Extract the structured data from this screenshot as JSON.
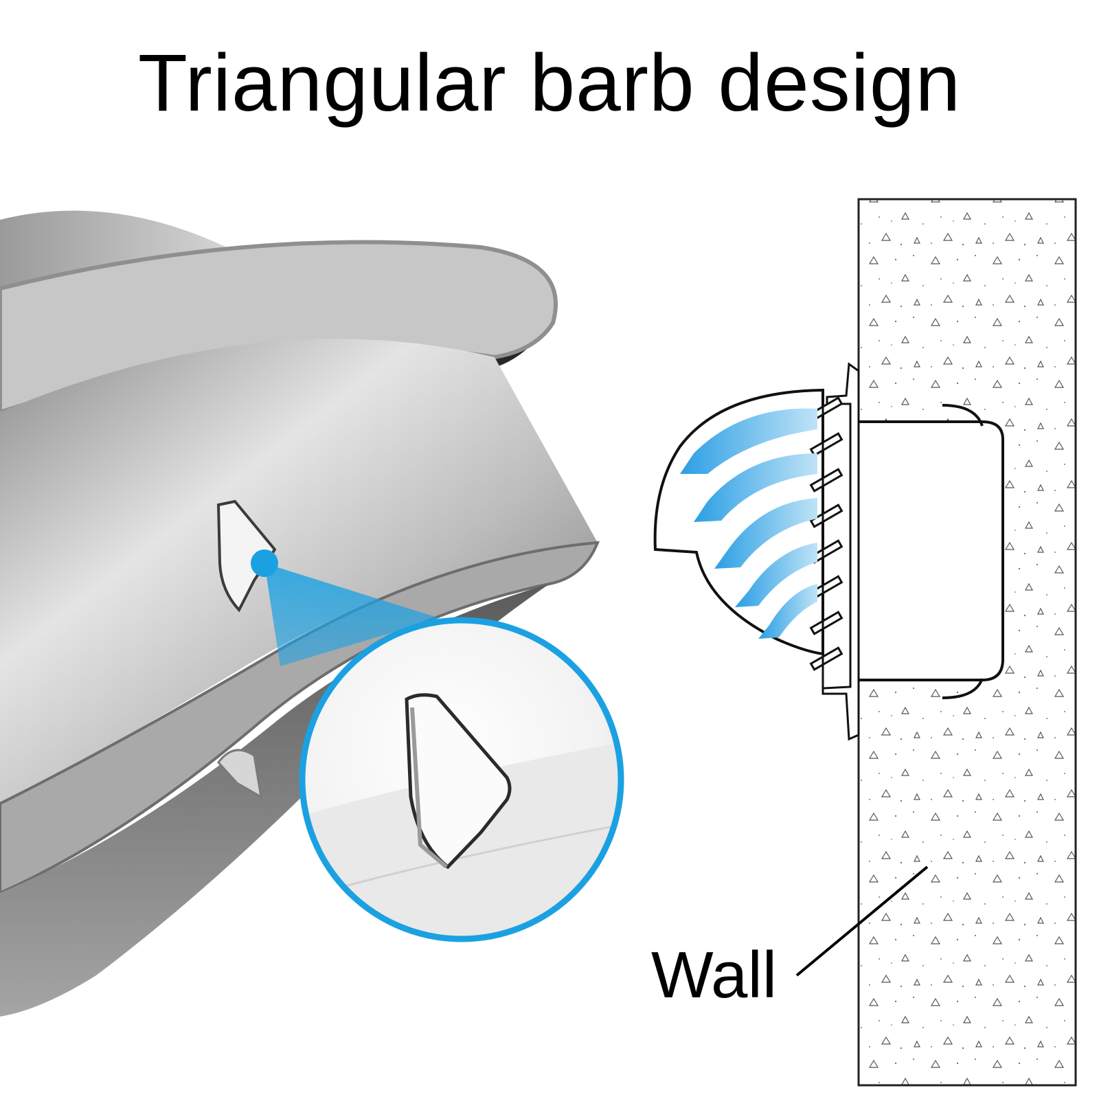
{
  "header": {
    "title": "Triangular barb design"
  },
  "diagram": {
    "wall_label": "Wall"
  },
  "colors": {
    "accent_blue": "#1BA1E2",
    "arrow_blue": "#3AA8E6",
    "steel_light": "#E6E6E6",
    "steel_dark": "#2E2E2E",
    "ink": "#000000"
  },
  "icons": {
    "pointer": "blue-dot-marker",
    "airflow": "curved-arrow-icon"
  }
}
